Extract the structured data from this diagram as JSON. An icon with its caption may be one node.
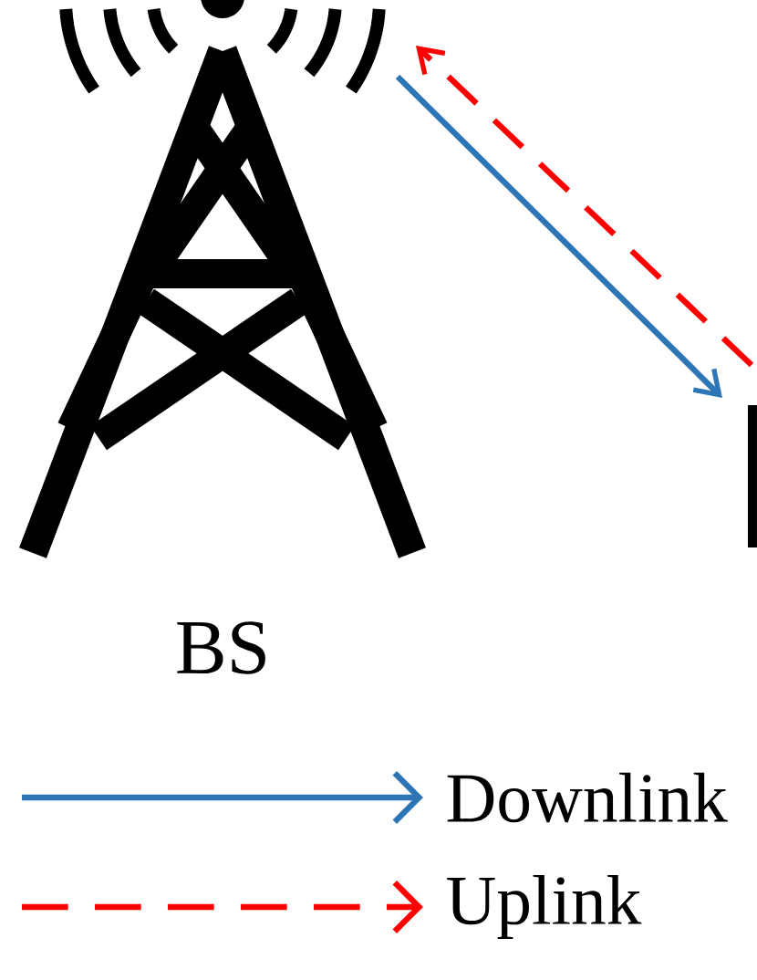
{
  "diagram": {
    "nodes": [
      {
        "text": [
          "BS"
        ]
      },
      {
        "text": [],
        "shape": "box"
      }
    ],
    "edges": [
      {
        "from": 0,
        "to": 1,
        "arrow": "to",
        "color": "#2e75b6"
      },
      {
        "from": 1,
        "to": 0,
        "arrow": "to",
        "style": "dashed",
        "color": "#ff0000"
      }
    ],
    "legend": [
      {
        "text": "Downlink"
      },
      {
        "text": "Uplink"
      }
    ]
  }
}
